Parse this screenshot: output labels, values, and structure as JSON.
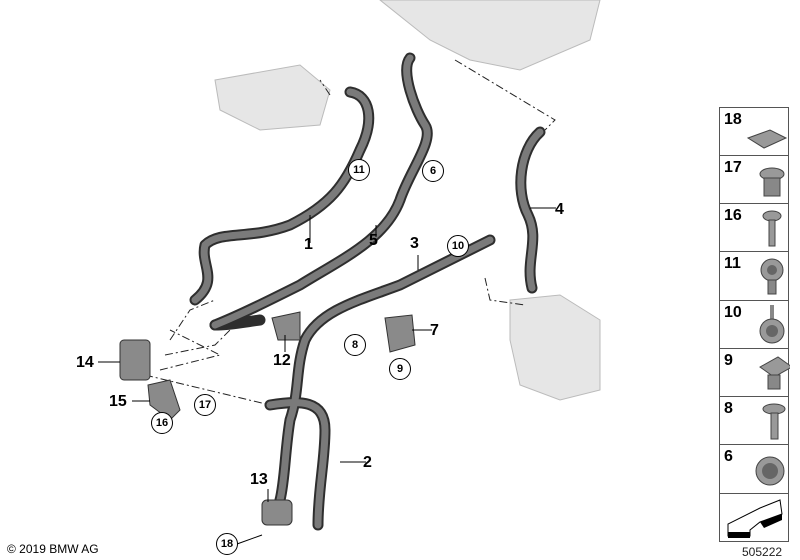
{
  "callouts": {
    "p1": "1",
    "p2": "2",
    "p3": "3",
    "p4": "4",
    "p5": "5",
    "p7": "7",
    "p12": "12",
    "p13": "13",
    "p14": "14",
    "p15": "15",
    "c6": "6",
    "c8": "8",
    "c9": "9",
    "c10": "10",
    "c11": "11",
    "c16": "16",
    "c17": "17",
    "c18": "18"
  },
  "sidebar": [
    "18",
    "17",
    "16",
    "11",
    "10",
    "9",
    "8",
    "6"
  ],
  "copyright": "© 2019 BMW AG",
  "diagram_code": "505222",
  "colors": {
    "hose": "#6f6f6f",
    "hose_edge": "#2e2e2e",
    "ghost": "#d8d8d8"
  }
}
